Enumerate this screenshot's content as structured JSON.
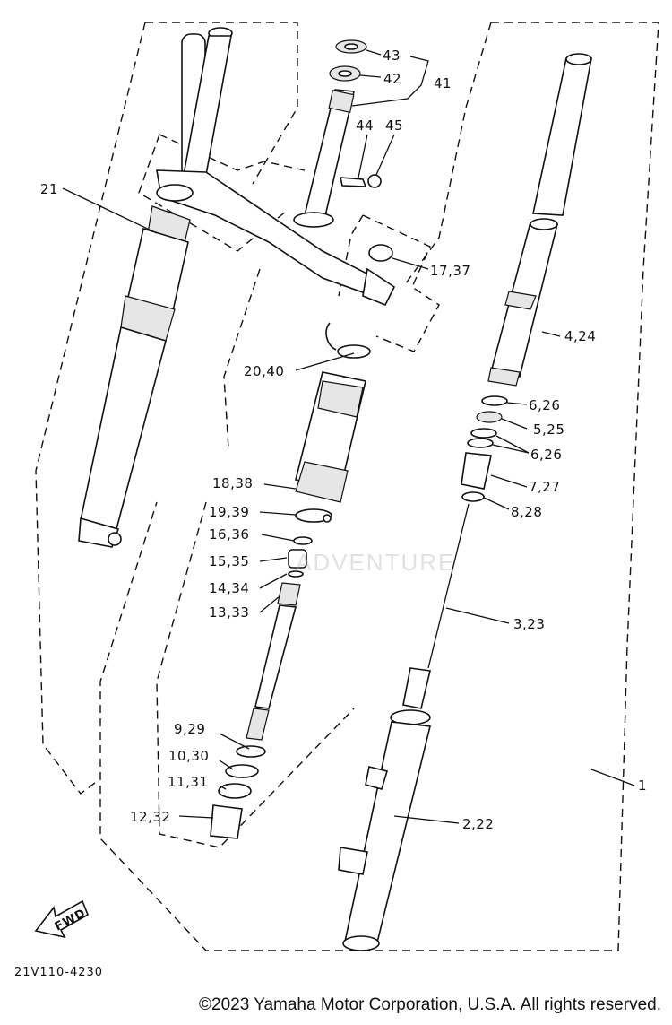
{
  "diagram": {
    "callouts": [
      {
        "id": "43",
        "text": "43"
      },
      {
        "id": "42",
        "text": "42"
      },
      {
        "id": "41",
        "text": "41"
      },
      {
        "id": "44",
        "text": "44"
      },
      {
        "id": "45",
        "text": "45"
      },
      {
        "id": "21",
        "text": "21"
      },
      {
        "id": "17_37",
        "text": "17,37"
      },
      {
        "id": "4_24",
        "text": "4,24"
      },
      {
        "id": "20_40",
        "text": "20,40"
      },
      {
        "id": "6_26a",
        "text": "6,26"
      },
      {
        "id": "5_25",
        "text": "5,25"
      },
      {
        "id": "6_26b",
        "text": "6,26"
      },
      {
        "id": "18_38",
        "text": "18,38"
      },
      {
        "id": "7_27",
        "text": "7,27"
      },
      {
        "id": "19_39",
        "text": "19,39"
      },
      {
        "id": "8_28",
        "text": "8,28"
      },
      {
        "id": "16_36",
        "text": "16,36"
      },
      {
        "id": "15_35",
        "text": "15,35"
      },
      {
        "id": "14_34",
        "text": "14,34"
      },
      {
        "id": "13_33",
        "text": "13,33"
      },
      {
        "id": "3_23",
        "text": "3,23"
      },
      {
        "id": "9_29",
        "text": "9,29"
      },
      {
        "id": "10_30",
        "text": "10,30"
      },
      {
        "id": "11_31",
        "text": "11,31"
      },
      {
        "id": "1",
        "text": "1"
      },
      {
        "id": "12_32",
        "text": "12,32"
      },
      {
        "id": "2_22",
        "text": "2,22"
      }
    ],
    "fwd_label": "FWD",
    "drawing_code": "21V110-4230",
    "watermark": "ADVENTURE",
    "copyright": "©2023 Yamaha Motor Corporation, U.S.A. All rights reserved."
  }
}
